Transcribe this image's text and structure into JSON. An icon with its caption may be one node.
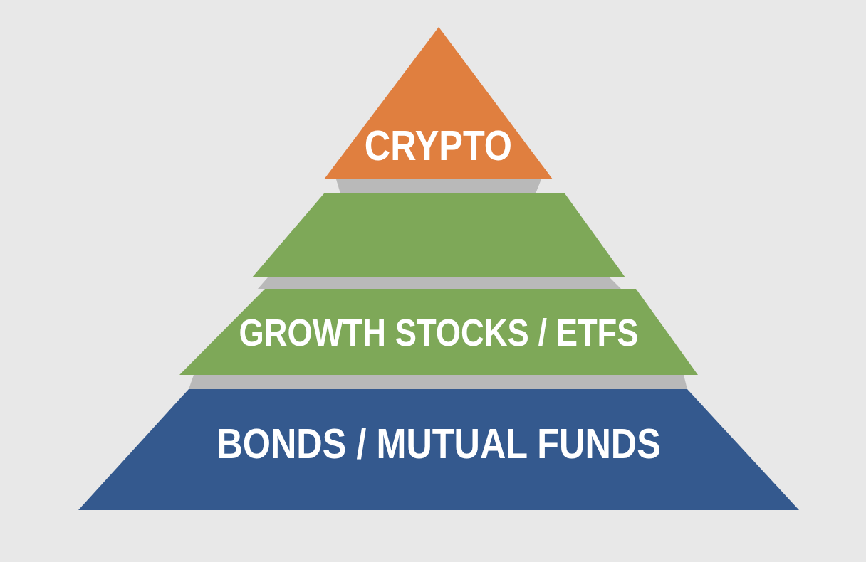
{
  "diagram": {
    "nodes": [
      {
        "text": [
          "CRYPTO"
        ]
      },
      {
        "text": [],
        "shape": "trapezoid"
      },
      {
        "text": [
          "GROWTH STOCKS / ETFS"
        ]
      },
      {
        "text": [
          "BONDS / MUTUAL FUNDS"
        ]
      }
    ]
  }
}
